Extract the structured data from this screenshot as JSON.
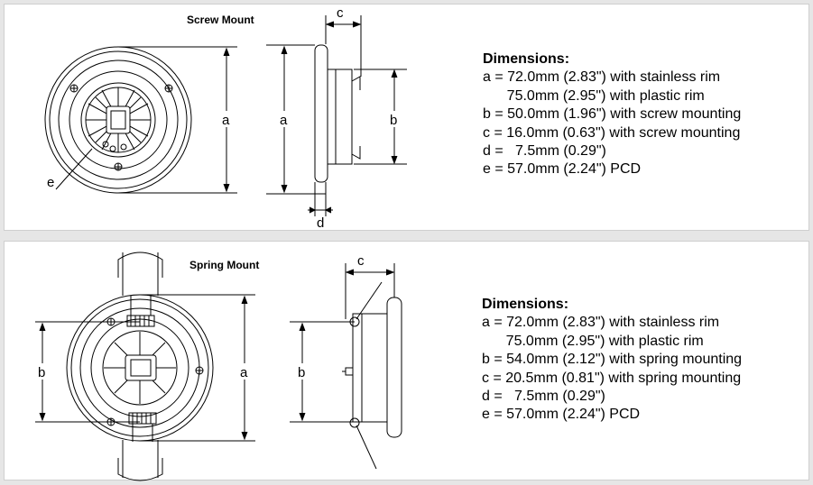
{
  "screw": {
    "title": "Screw Mount",
    "labels": {
      "a1": "a",
      "a2": "a",
      "b": "b",
      "c": "c",
      "d": "d",
      "e": "e"
    },
    "dimensions_heading": "Dimensions:",
    "dimensions": [
      "a = 72.0mm (2.83\") with stainless rim",
      "      75.0mm (2.95\") with plastic rim",
      "b = 50.0mm (1.96\") with screw mounting",
      "c = 16.0mm (0.63\") with screw mounting",
      "d =   7.5mm (0.29\")",
      "e = 57.0mm (2.24\") PCD"
    ]
  },
  "spring": {
    "title": "Spring Mount",
    "labels": {
      "a": "a",
      "b1": "b",
      "b2": "b",
      "c": "c"
    },
    "dimensions_heading": "Dimensions:",
    "dimensions": [
      "a = 72.0mm (2.83\") with stainless rim",
      "      75.0mm (2.95\") with plastic rim",
      "b = 54.0mm (2.12\") with spring mounting",
      "c = 20.5mm (0.81\") with spring mounting",
      "d =   7.5mm (0.29\")",
      "e = 57.0mm (2.24\") PCD"
    ]
  }
}
